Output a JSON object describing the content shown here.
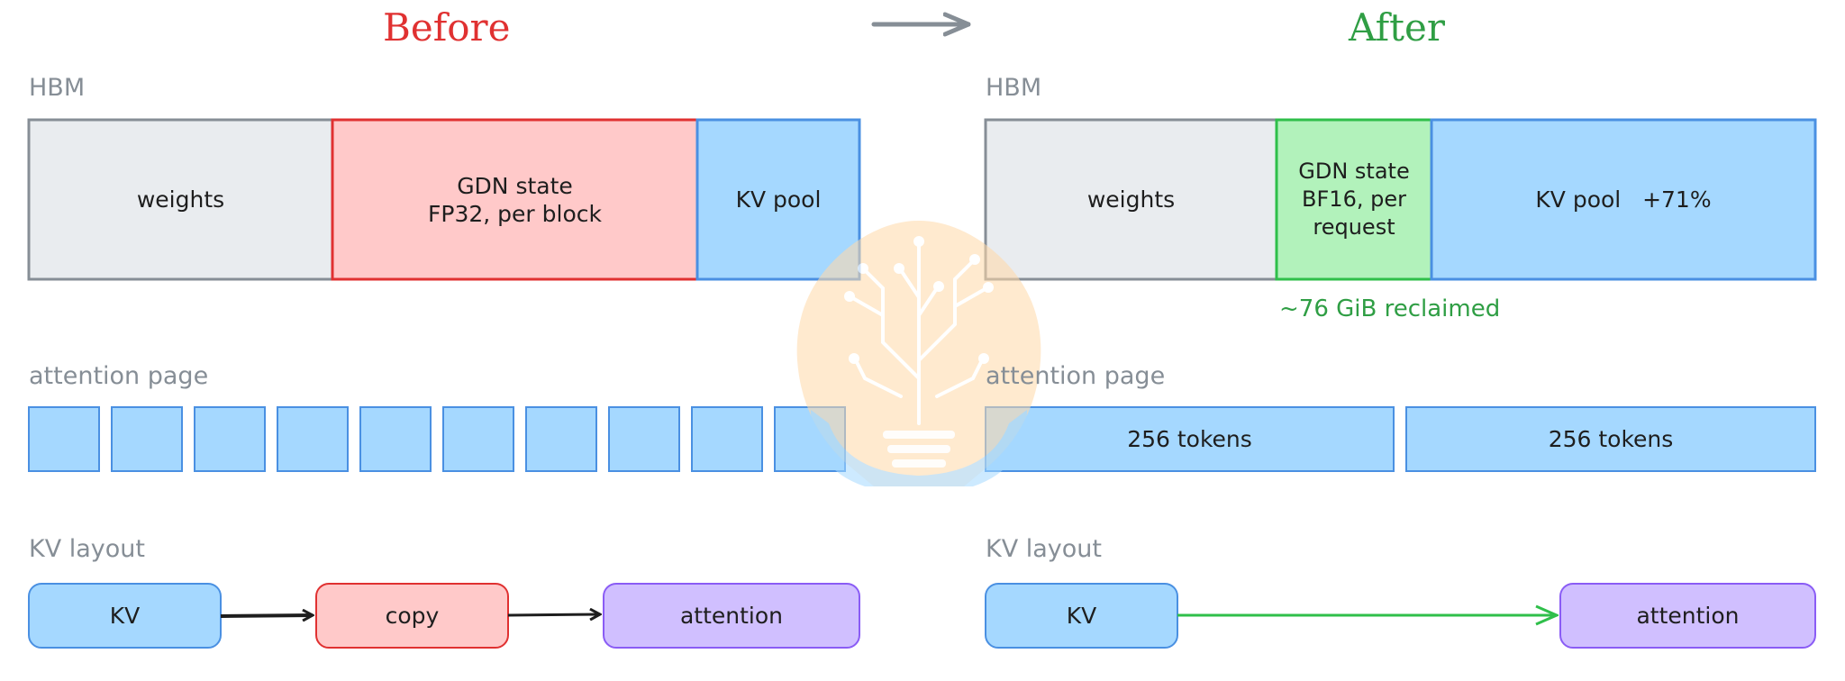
{
  "before": {
    "heading": "Before",
    "hbm_label": "HBM",
    "hbm_blocks": [
      "weights",
      "GDN state\nFP32, per block",
      "KV pool"
    ],
    "attention_label": "attention page",
    "attention_block_count": 10,
    "kv_label": "KV layout",
    "kv_flow": [
      "KV",
      "copy",
      "attention"
    ]
  },
  "after": {
    "heading": "After",
    "hbm_label": "HBM",
    "hbm_blocks": [
      "weights",
      "GDN state\nBF16, per\nrequest",
      "KV pool   +71%"
    ],
    "reclaimed_note": "~76 GiB reclaimed",
    "attention_label": "attention page",
    "attention_blocks": [
      "256 tokens",
      "256 tokens"
    ],
    "kv_label": "KV layout",
    "kv_flow": [
      "KV",
      "attention"
    ]
  },
  "colors": {
    "before_heading": "#e03131",
    "after_heading": "#2f9e44",
    "gray_fill": "#e9ecef",
    "gray_stroke": "#868e96",
    "red_fill": "#ffc9c9",
    "red_stroke": "#e03131",
    "blue_fill": "#a5d8ff",
    "blue_stroke": "#4a90e2",
    "green_fill": "#b2f2bb",
    "green_stroke": "#2fbf4a",
    "purple_fill": "#d0bfff",
    "purple_stroke": "#8a5cf5",
    "arrow_dark": "#1e1e1e",
    "arrow_green": "#2fbf4a",
    "watermark": "#ffd8a8"
  },
  "watermark_icon": "circuit-tree-lightbulb-icon"
}
